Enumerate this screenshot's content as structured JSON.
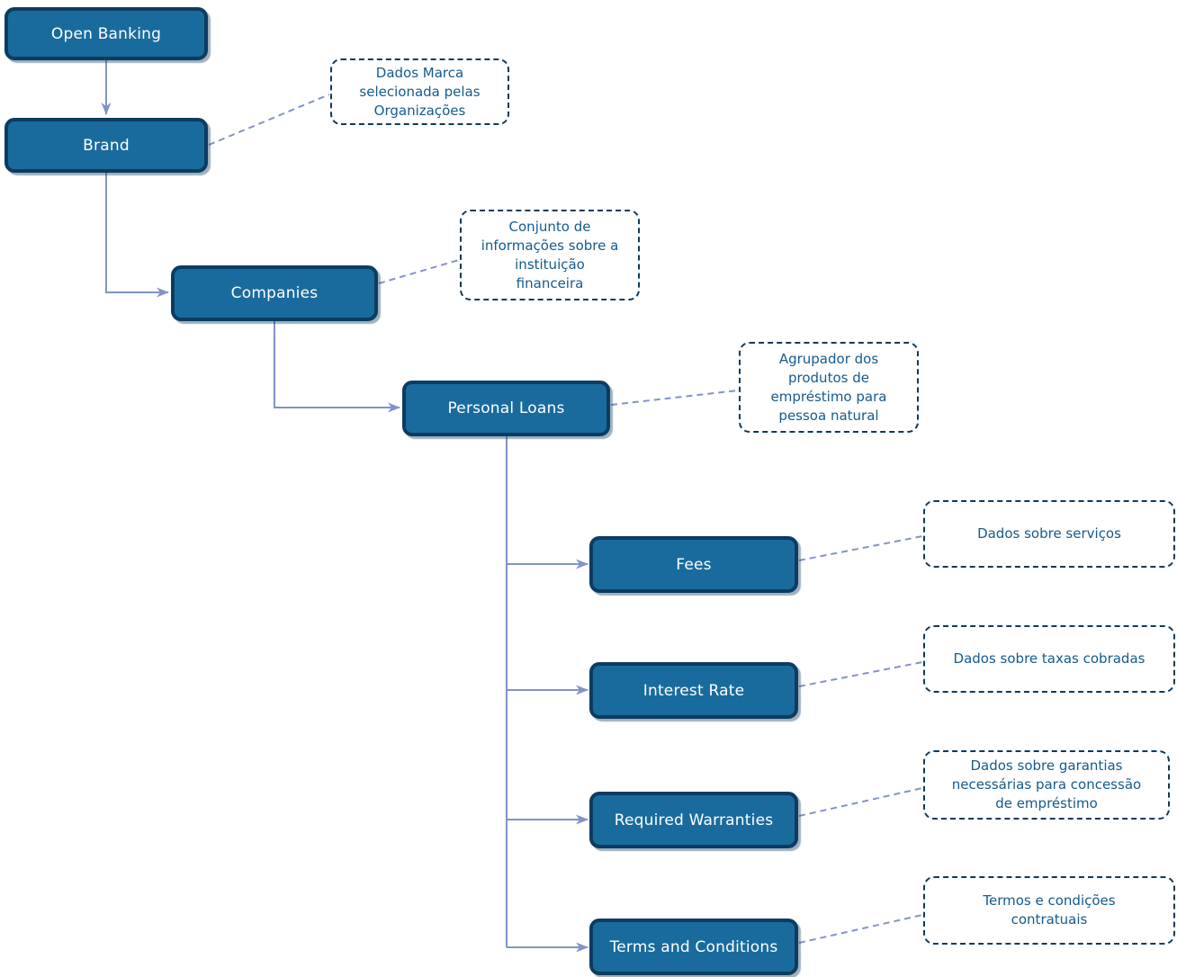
{
  "colors": {
    "node_fill": "#1A6B9D",
    "node_border": "#0C3C61",
    "node_text": "#FFFFFF",
    "connector": "#8293C7",
    "annotation_border": "#0D3A5E",
    "annotation_text": "#155A8E",
    "background": "#FFFFFF"
  },
  "nodes": [
    {
      "id": "open-banking",
      "label": "Open Banking"
    },
    {
      "id": "brand",
      "label": "Brand"
    },
    {
      "id": "companies",
      "label": "Companies"
    },
    {
      "id": "personal-loans",
      "label": "Personal Loans"
    },
    {
      "id": "fees",
      "label": "Fees"
    },
    {
      "id": "interest-rate",
      "label": "Interest Rate"
    },
    {
      "id": "required-warranties",
      "label": "Required Warranties"
    },
    {
      "id": "terms-and-conditions",
      "label": "Terms and Conditions"
    }
  ],
  "edges": [
    {
      "from": "Open Banking",
      "to": "Brand"
    },
    {
      "from": "Brand",
      "to": "Companies"
    },
    {
      "from": "Companies",
      "to": "Personal Loans"
    },
    {
      "from": "Personal Loans",
      "to": "Fees"
    },
    {
      "from": "Personal Loans",
      "to": "Interest Rate"
    },
    {
      "from": "Personal Loans",
      "to": "Required Warranties"
    },
    {
      "from": "Personal Loans",
      "to": "Terms and Conditions"
    }
  ],
  "annotations": [
    {
      "for": "brand",
      "text": "Dados Marca\nselecionada pelas\nOrganizações"
    },
    {
      "for": "companies",
      "text": "Conjunto de\ninformações sobre a\ninstituição\nfinanceira"
    },
    {
      "for": "personal-loans",
      "text": "Agrupador dos\nprodutos de\nempréstimo para\npessoa natural"
    },
    {
      "for": "fees",
      "text": "Dados sobre serviços"
    },
    {
      "for": "interest-rate",
      "text": "Dados sobre taxas cobradas"
    },
    {
      "for": "required-warranties",
      "text": "Dados sobre garantias\nnecessárias para concessão\nde empréstimo"
    },
    {
      "for": "terms-and-conditions",
      "text": "Termos e condições\ncontratuais"
    }
  ]
}
